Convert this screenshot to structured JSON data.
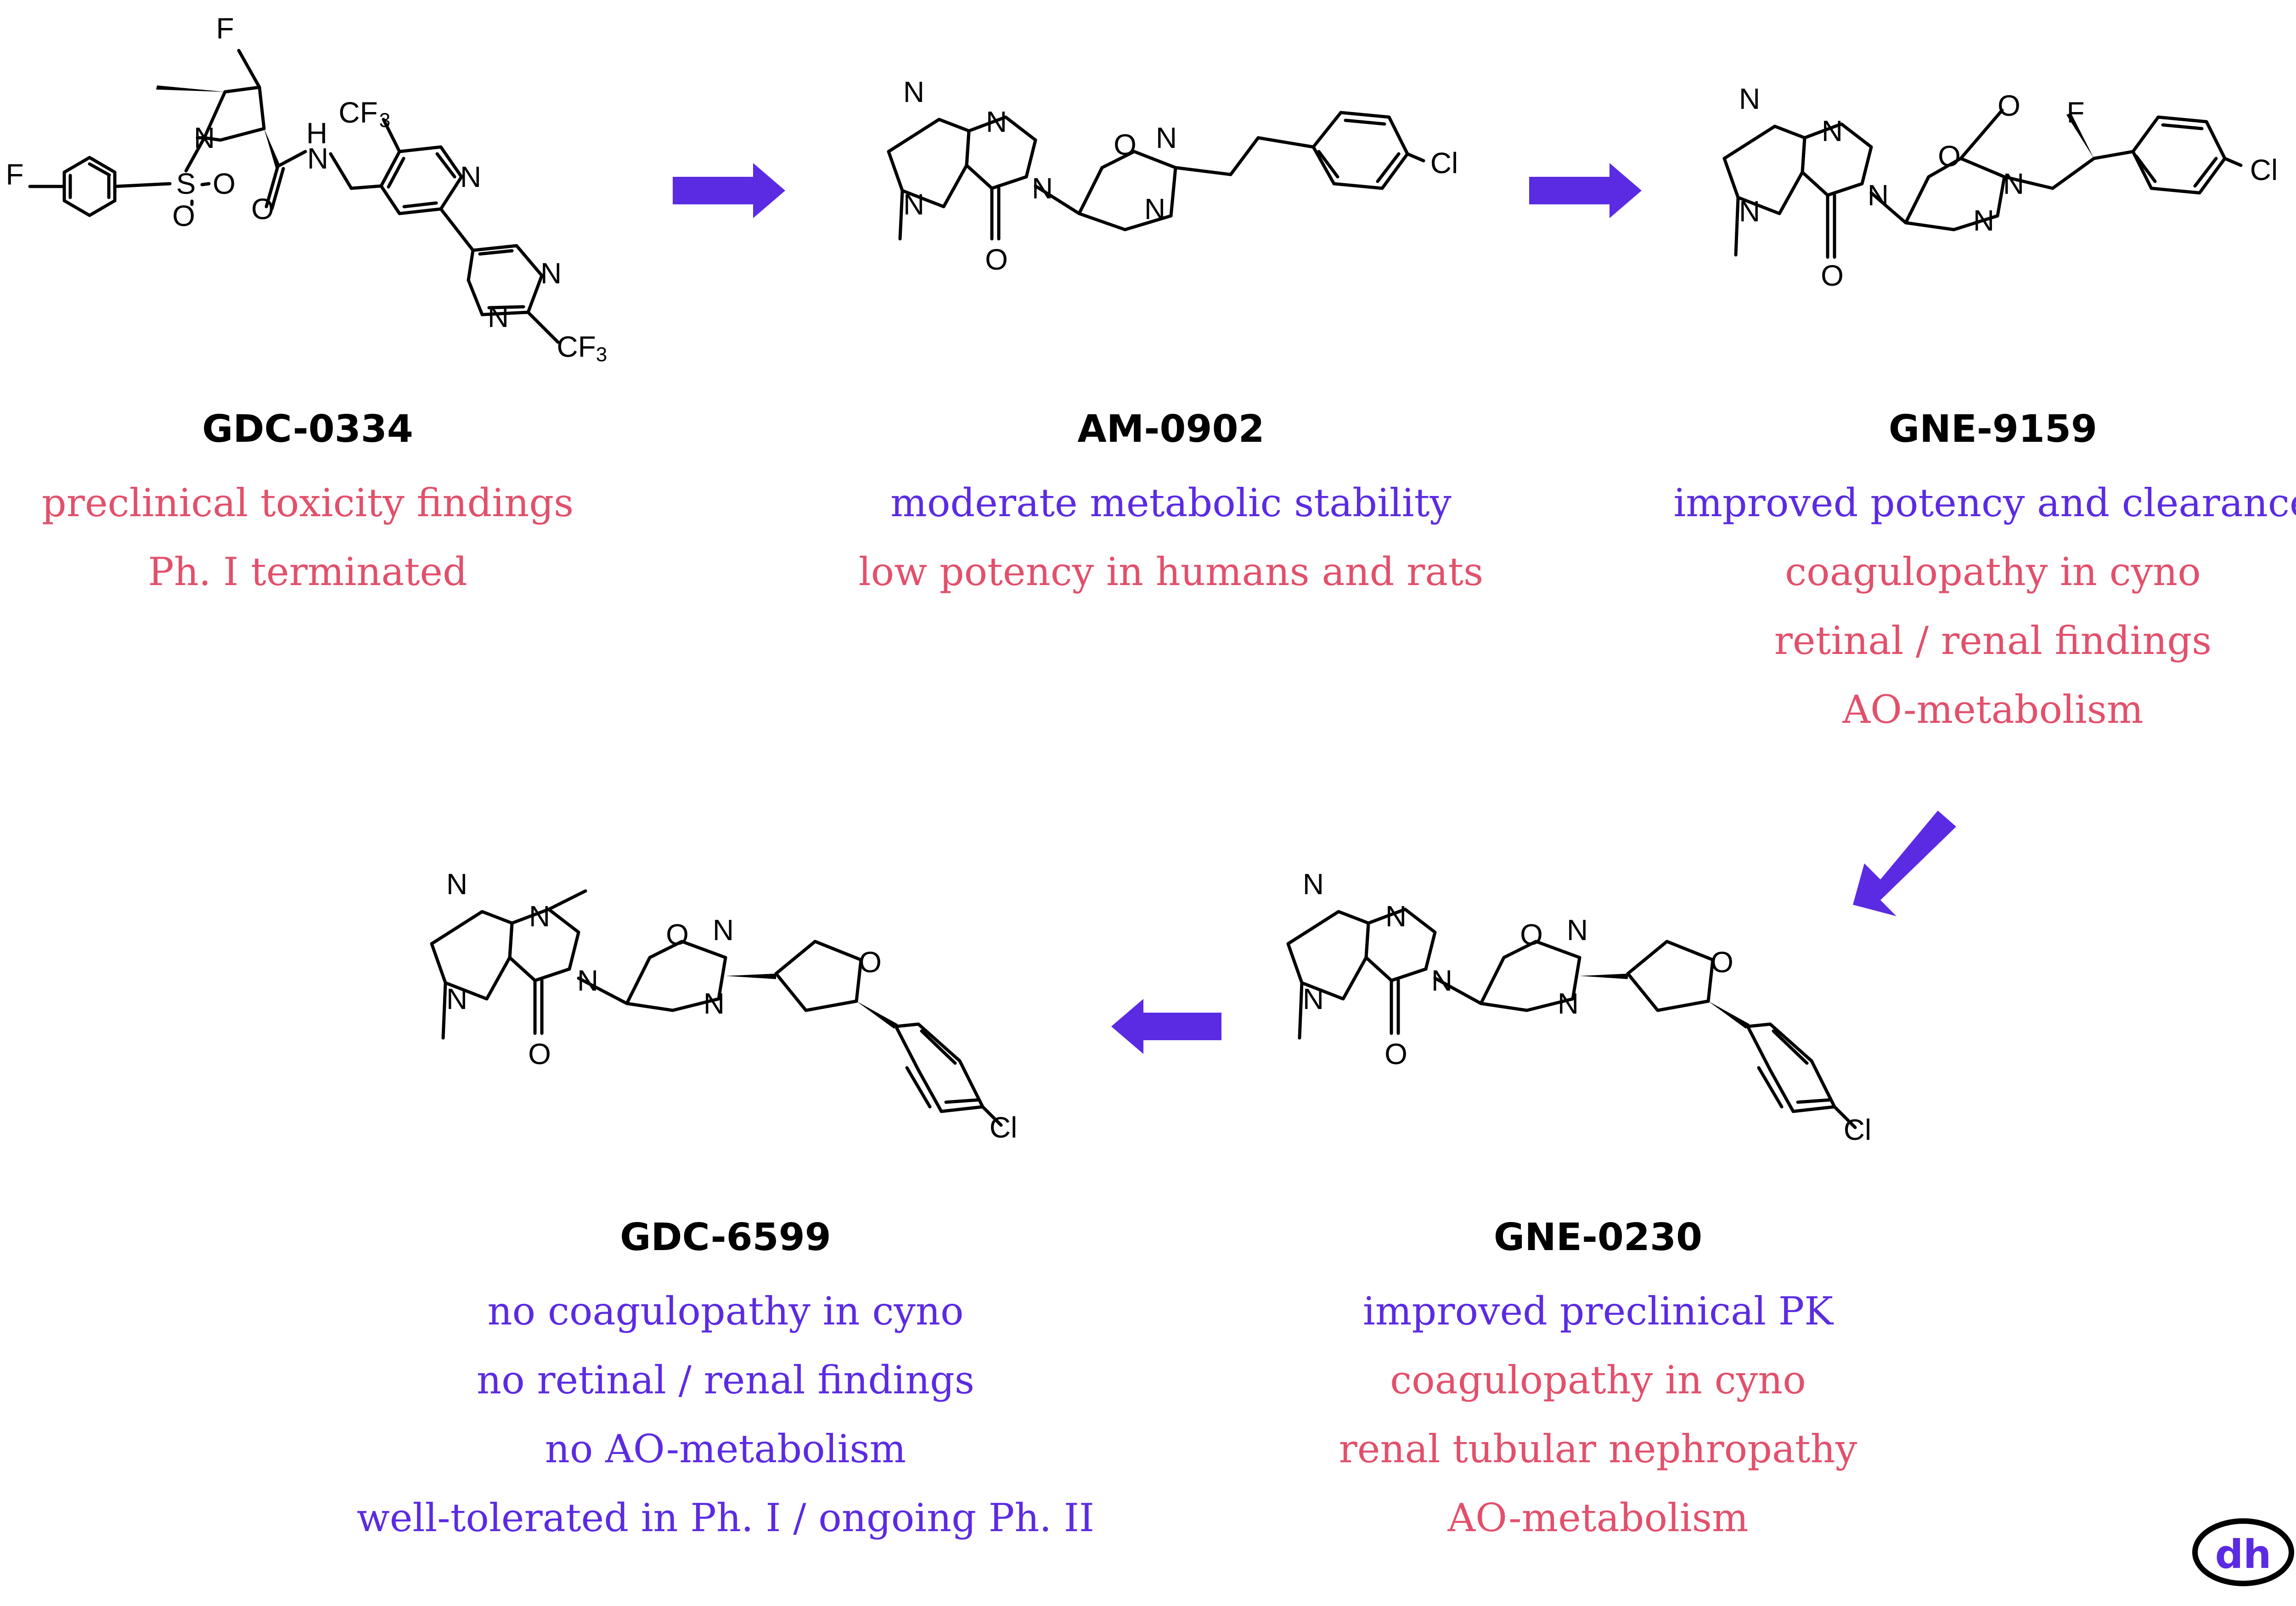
{
  "colors": {
    "positive": "#5b2be3",
    "negative": "#e2506b",
    "arrow": "#5b2be3",
    "ink": "#000000"
  },
  "compounds": [
    {
      "name": "GDC-0334",
      "atoms": {
        "f_top": "F",
        "f_left": "F",
        "n_pyrrolidine": "N",
        "so2": "S",
        "so2_o1": "O",
        "so2_o2": "O",
        "amide_o": "O",
        "amide_nh": "H",
        "cf3_top": "CF",
        "cf3_top_sub": "3",
        "pyridine_n": "N",
        "pyrimidine_n1": "N",
        "pyrimidine_n2": "N",
        "cf3_bottom": "CF",
        "cf3_bottom_sub": "3"
      },
      "notes": [
        {
          "text": "preclinical toxicity findings",
          "tone": "negative"
        },
        {
          "text": "Ph. I terminated",
          "tone": "negative"
        }
      ]
    },
    {
      "name": "AM-0902",
      "atoms": {
        "purine_n7": "N",
        "purine_n3": "N",
        "purine_n9": "N",
        "purine_n1": "N",
        "carbonyl_o": "O",
        "oxadiazole_o": "O",
        "oxadiazole_n_top": "N",
        "oxadiazole_n_bottom": "N",
        "cl": "Cl"
      },
      "notes": [
        {
          "text": "moderate metabolic stability",
          "tone": "positive"
        },
        {
          "text": "low potency in humans and rats",
          "tone": "negative"
        }
      ]
    },
    {
      "name": "GNE-9159",
      "atoms": {
        "purine_n7": "N",
        "purine_n3": "N",
        "purine_n9": "N",
        "purine_n1": "N",
        "carbonyl_o": "O",
        "ring_o": "O",
        "exo_o": "O",
        "ring_n_right": "N",
        "ring_n_bottom": "N",
        "f": "F",
        "cl": "Cl"
      },
      "notes": [
        {
          "text": "improved potency and clearance",
          "tone": "positive"
        },
        {
          "text": "coagulopathy in cyno",
          "tone": "negative"
        },
        {
          "text": "retinal / renal findings",
          "tone": "negative"
        },
        {
          "text": "AO-metabolism",
          "tone": "negative"
        }
      ]
    },
    {
      "name": "GNE-0230",
      "atoms": {
        "purine_n7": "N",
        "purine_n3": "N",
        "purine_n9": "N",
        "purine_n1": "N",
        "carbonyl_o": "O",
        "oxadiazole_o": "O",
        "oxadiazole_n_top": "N",
        "oxadiazole_n_bottom": "N",
        "thf_o": "O",
        "cl": "Cl"
      },
      "notes": [
        {
          "text": "improved preclinical PK",
          "tone": "positive"
        },
        {
          "text": "coagulopathy in cyno",
          "tone": "negative"
        },
        {
          "text": "renal tubular nephropathy",
          "tone": "negative"
        },
        {
          "text": "AO-metabolism",
          "tone": "negative"
        }
      ]
    },
    {
      "name": "GDC-6599",
      "atoms": {
        "purine_n7": "N",
        "purine_n3": "N",
        "purine_n9": "N",
        "purine_n1": "N",
        "carbonyl_o": "O",
        "oxadiazole_o": "O",
        "oxadiazole_n_top": "N",
        "oxadiazole_n_bottom": "N",
        "thf_o": "O",
        "cl": "Cl"
      },
      "notes": [
        {
          "text": "no coagulopathy in cyno",
          "tone": "positive"
        },
        {
          "text": "no retinal / renal findings",
          "tone": "positive"
        },
        {
          "text": "no AO-metabolism",
          "tone": "positive"
        },
        {
          "text": "well-tolerated in Ph. I / ongoing Ph. II",
          "tone": "positive"
        }
      ]
    }
  ],
  "logo": {
    "text": "dh",
    "ring_color": "#000000",
    "text_color": "#5b2be3"
  }
}
